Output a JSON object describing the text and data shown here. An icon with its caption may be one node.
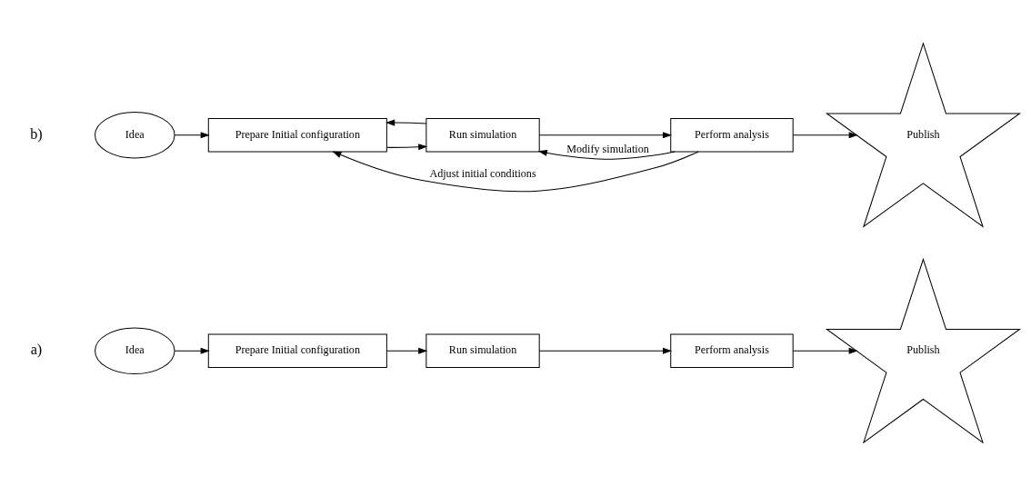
{
  "diagram": {
    "nodes": [
      {
        "text": [
          "Idea"
        ]
      },
      {
        "text": [
          "Prepare Initial configuration"
        ]
      },
      {
        "text": [
          "Run simulation"
        ]
      },
      {
        "text": [
          "Perform analysis"
        ]
      },
      {
        "text": [
          "Publish"
        ]
      },
      {
        "text": [
          "Idea"
        ]
      },
      {
        "text": [
          "Prepare Initial configuration"
        ]
      },
      {
        "text": [
          "Run simulation"
        ]
      },
      {
        "text": [
          "Perform analysis"
        ]
      },
      {
        "text": [
          "Publish"
        ]
      }
    ],
    "edges": [
      {
        "from": 0,
        "to": 1,
        "arrow": "to"
      },
      {
        "from": 1,
        "to": 2,
        "arrow": "to"
      },
      {
        "from": 2,
        "to": 3,
        "arrow": "to"
      },
      {
        "from": 3,
        "to": 4,
        "arrow": "to"
      },
      {
        "from": 5,
        "to": 6,
        "arrow": "to"
      },
      {
        "from": 6,
        "to": 7,
        "arrow": "to"
      },
      {
        "from": 7,
        "to": 8,
        "arrow": "to"
      },
      {
        "from": 8,
        "to": 9,
        "arrow": "to"
      },
      {
        "from": 8,
        "to": 7,
        "arrow": "to",
        "label": "Modify simulation"
      },
      {
        "from": 7,
        "to": 6,
        "arrow": "to"
      },
      {
        "from": 8,
        "to": 6,
        "arrow": "to",
        "label": "Adjust initial conditions"
      }
    ],
    "labels": [
      "a)",
      "b)"
    ]
  }
}
